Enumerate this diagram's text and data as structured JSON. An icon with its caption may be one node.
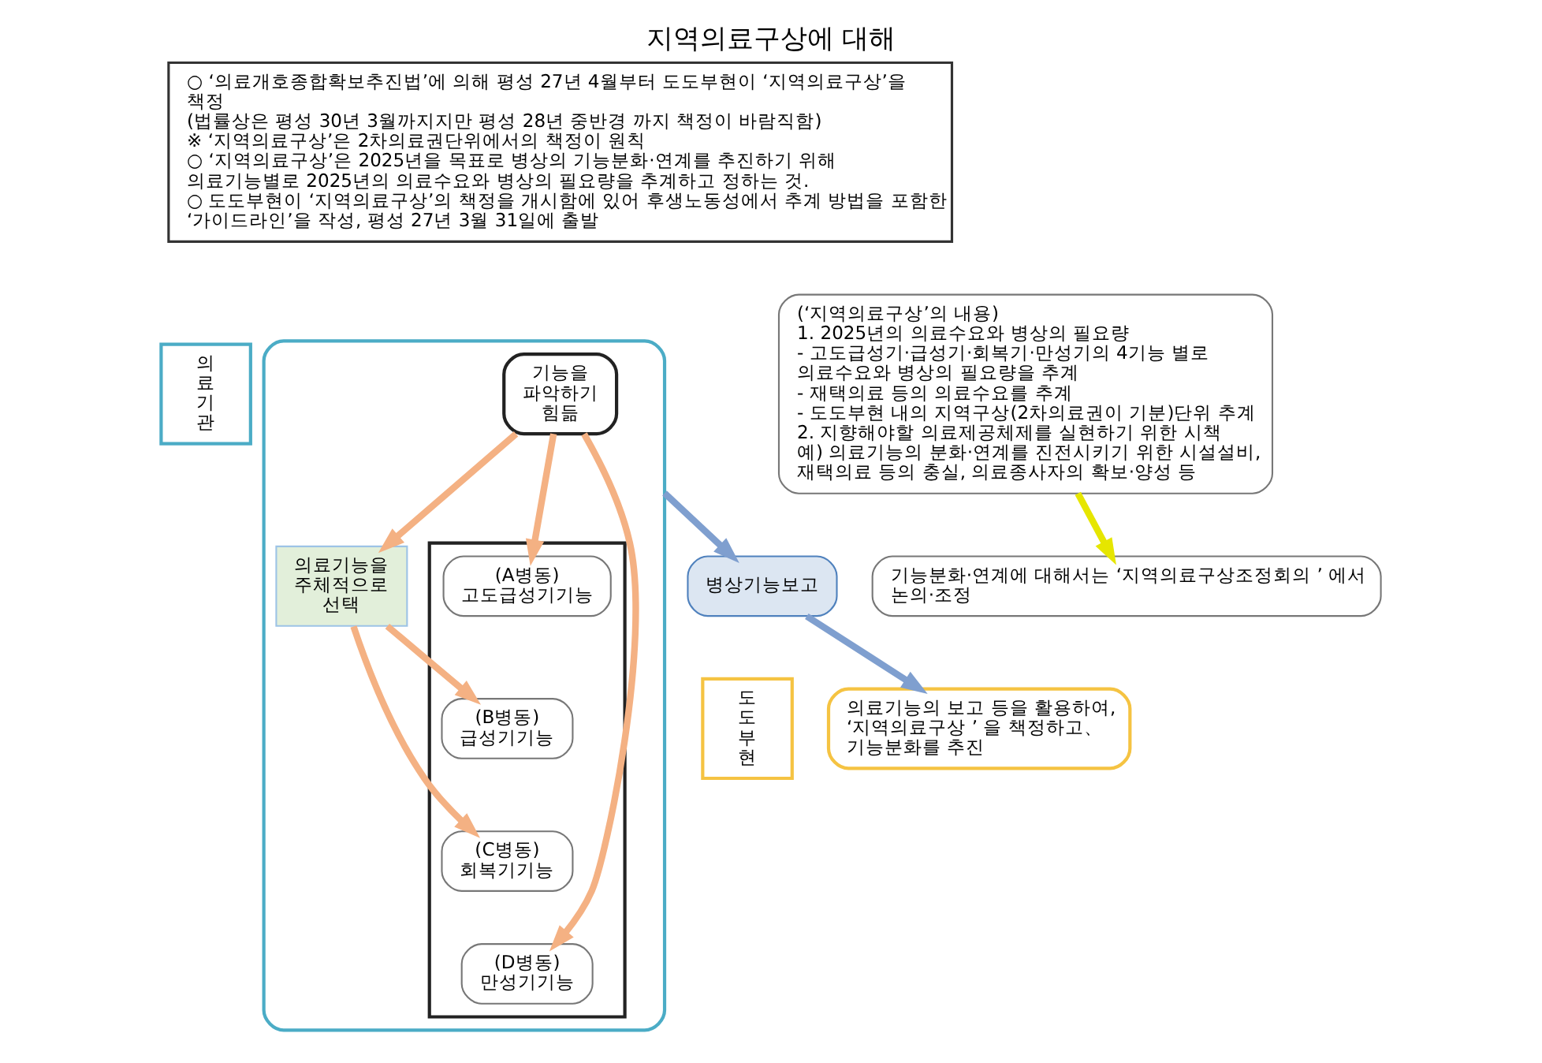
{
  "diagram": {
    "title": "지역의료구상에 대해",
    "nodes": [
      {
        "text": [
          "○ ‘의료개호종합확보추진법’에 의해 평성 27년 4월부터 도도부현이 ‘지역의료구상’을 책정",
          "(법률상은 평성 30년 3월까지지만 평성 28년 중반경 까지 책정이 바람직함)",
          "※ ‘지역의료구상’은 2차의료권단위에서의 책정이 원칙",
          "○ ‘지역의료구상’은 2025년을 목표로 병상의 기능분화·연계를 추진하기 위해 의료기능별로 2025년의 의료수요와 병상의 필요량을 추계하고 정하는 것.",
          "○ 도도부현이 ‘지역의료구상’의 책정을 개시함에 있어 후생노동성에서 추계 방법을 포함한 ‘가이드라인’을 작성, 평성 27년 3월 31일에 출발"
        ]
      },
      {
        "text": [
          "의료기관"
        ]
      },
      {
        "text": [],
        "shape": "box"
      },
      {
        "text": [
          "기능을 파악하기 힘듦"
        ],
        "in": 2
      },
      {
        "text": [
          "의료기능을 주체적으로 선택"
        ],
        "in": 2
      },
      {
        "text": [],
        "shape": "box",
        "in": 2
      },
      {
        "text": [
          "(A병동) 고도급성기기능"
        ],
        "in": 5
      },
      {
        "text": [
          "(B병동) 급성기기능"
        ],
        "in": 5
      },
      {
        "text": [
          "(C병동) 회복기기능"
        ],
        "in": 5
      },
      {
        "text": [
          "(D병동) 만성기기능"
        ],
        "in": 5
      },
      {
        "text": [
          "병상기능보고"
        ]
      },
      {
        "text": [
          "도도부현"
        ]
      },
      {
        "text": [
          "의료기능의 보고 등을 활용하여, ‘지역의료구상 ’ 을 책정하고、 기능분화를 추진"
        ]
      },
      {
        "text": [
          "(‘지역의료구상’의 내용)",
          "1. 2025년의 의료수요와 병상의 필요량",
          "- 고도급성기·급성기·회복기·만성기의 4기능 별로 의료수요와 병상의 필요량을 추계",
          "- 재택의료 등의 의료수요를 추계",
          "- 도도부현 내의 지역구상(2차의료권이 기분)단위 추계",
          "2. 지향해야할 의료제공체제를 실현하기 위한 시책",
          "예) 의료기능의 분화·연계를 진전시키기 위한 시설설비, 재택의료 등의 충실, 의료종사자의 확보·양성 등"
        ]
      },
      {
        "text": [
          "기능분화·연계에 대해서는 ‘지역의료구상조정회의 ’ 에서 논의·조정"
        ]
      }
    ],
    "edges": [
      {
        "from": 3,
        "to": 6,
        "arrow": "to"
      },
      {
        "from": 3,
        "to": 4,
        "arrow": "to"
      },
      {
        "from": 4,
        "to": 7,
        "arrow": "to"
      },
      {
        "from": 4,
        "to": 8,
        "arrow": "to"
      },
      {
        "from": 3,
        "to": 9,
        "arrow": "to"
      },
      {
        "from": 2,
        "to": 10,
        "arrow": "to",
        "color": "#7f9fcf"
      },
      {
        "from": 10,
        "to": 12,
        "arrow": "to",
        "color": "#7f9fcf"
      },
      {
        "from": 13,
        "to": 14,
        "arrow": "to",
        "color": "#e6e600"
      }
    ]
  }
}
